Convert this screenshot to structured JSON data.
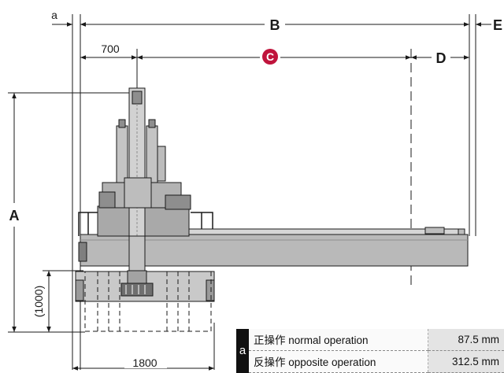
{
  "labels": {
    "a": "a",
    "B": "B",
    "C": "C",
    "D": "D",
    "E": "E",
    "A": "A",
    "dim_700": "700",
    "dim_1000": "(1000)",
    "dim_1800": "1800"
  },
  "colors": {
    "line": "#1a1a1a",
    "machine_fill": "#b9b9b9",
    "machine_dark": "#8e8e8e",
    "c_badge": "#c0143c"
  },
  "note_table": {
    "tag": "a",
    "rows": [
      {
        "label": "正操作 normal operation",
        "value": "87.5 mm"
      },
      {
        "label": "反操作 opposite operation",
        "value": "312.5 mm"
      }
    ]
  }
}
